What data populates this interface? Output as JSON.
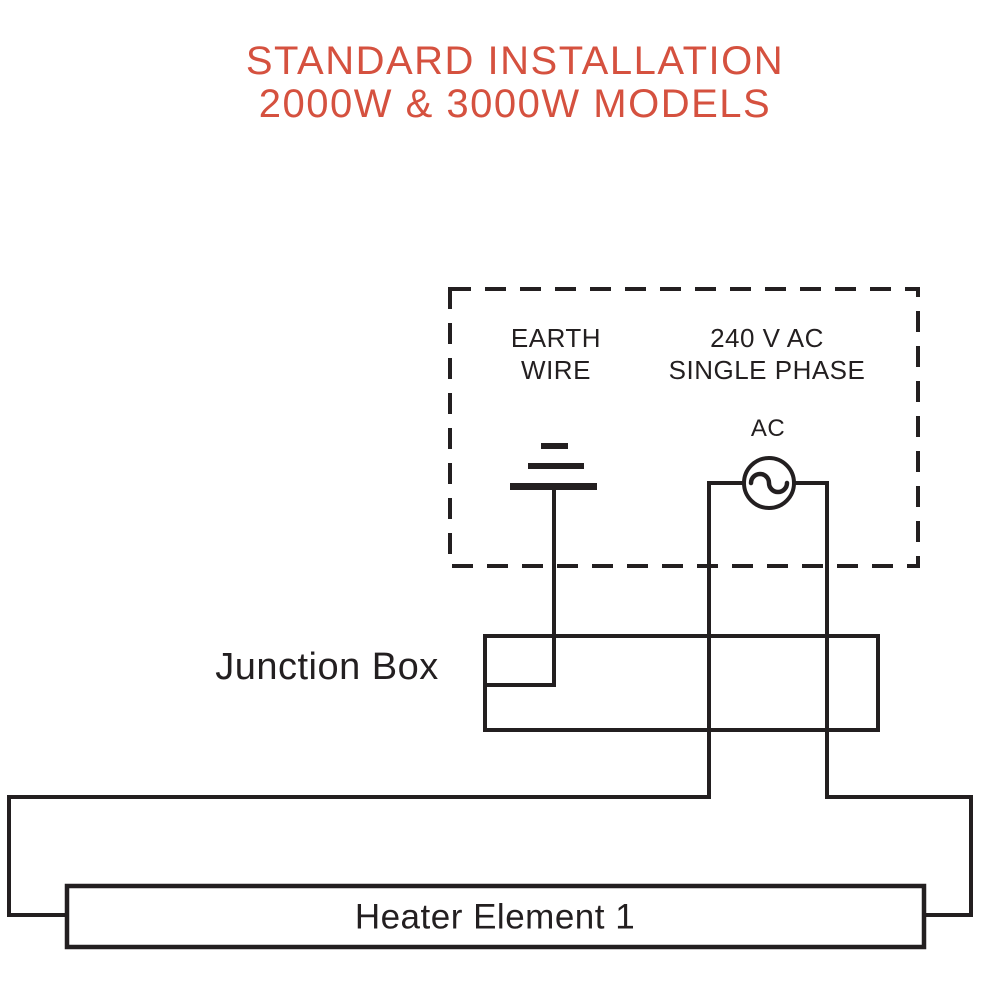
{
  "title": {
    "line1": "STANDARD INSTALLATION",
    "line2": "2000W & 3000W MODELS"
  },
  "supply_panel": {
    "earth_label_line1": "EARTH",
    "earth_label_line2": "WIRE",
    "supply_label_line1": "240 V AC",
    "supply_label_line2": "SINGLE PHASE",
    "ac_source_label": "AC"
  },
  "junction_box": {
    "label": "Junction Box"
  },
  "heater": {
    "label": "Heater Element 1"
  },
  "icons": {
    "earth_symbol": "earth-ground-icon",
    "ac_source": "ac-sine-source-icon"
  },
  "colors": {
    "line": "#231f20",
    "accent": "#d5513f",
    "background": "#ffffff"
  }
}
